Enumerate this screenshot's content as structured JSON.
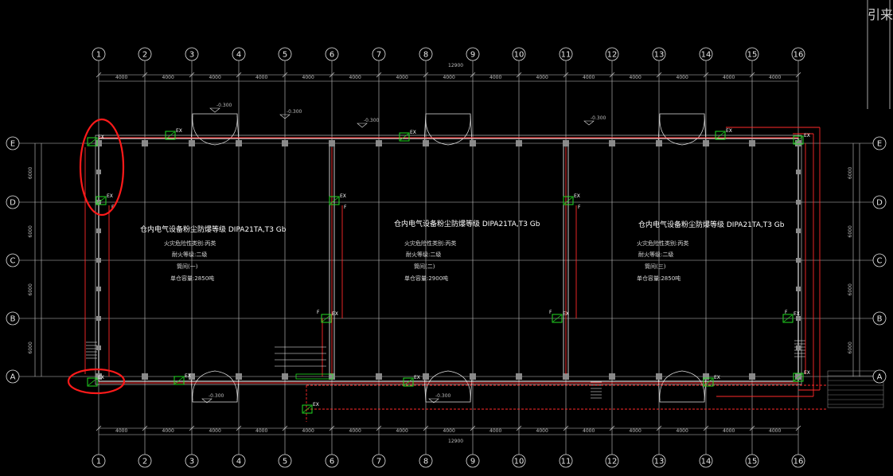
{
  "drawing": {
    "top_right_text": "引来",
    "overall_dimension_top": "12900",
    "overall_dimension_bottom": "12900",
    "columns": [
      "1",
      "2",
      "3",
      "4",
      "5",
      "6",
      "7",
      "8",
      "9",
      "10",
      "11",
      "12",
      "13",
      "14",
      "15",
      "16"
    ],
    "rows": [
      "E",
      "D",
      "C",
      "B",
      "A"
    ],
    "top_bay_dims": [
      "4000",
      "4000",
      "4000",
      "4000",
      "4000",
      "4000",
      "4000",
      "4000",
      "4000",
      "4000",
      "4000",
      "4000",
      "4000",
      "4000",
      "4000"
    ],
    "bottom_bay_dims": [
      "4000",
      "4000",
      "4000",
      "4000",
      "4000",
      "4000",
      "4000",
      "4000",
      "4000",
      "4000",
      "4000",
      "4000",
      "4000",
      "4000",
      "4000"
    ],
    "left_dims": [
      "6000",
      "6000",
      "6000",
      "6000"
    ],
    "right_dims": [
      "6000",
      "6000",
      "6000",
      "6000"
    ],
    "level_marks": [
      "-0.300",
      "-0.300",
      "-0.300",
      "-0.300",
      "-0.300",
      "-0.300"
    ],
    "rooms": [
      {
        "title": "仓内电气设备粉尘防爆等级  DIPA21TA,T3  Gb",
        "lines": [
          "火灾危险性类别:丙类",
          "耐火等级:二级",
          "筒间(一)",
          "单仓容量:2850吨"
        ]
      },
      {
        "title": "仓内电气设备粉尘防爆等级  DIPA21TA,T3  Gb",
        "lines": [
          "火灾危险性类别:丙类",
          "耐火等级:二级",
          "筒间(二)",
          "单仓容量:2900吨"
        ]
      },
      {
        "title": "仓内电气设备粉尘防爆等级  DIPA21TA,T3  Gb",
        "lines": [
          "火灾危险性类别:丙类",
          "耐火等级:二级",
          "筒间(三)",
          "单仓容量:2850吨"
        ]
      }
    ],
    "device_label": "EX",
    "wire_tag": "F",
    "colors": {
      "background": "#000000",
      "grid": "#c8c8c8",
      "wall": "#e0e0e0",
      "wiring": "#ff2a2a",
      "device": "#22dd22",
      "highlight": "#ff1a1a"
    }
  }
}
